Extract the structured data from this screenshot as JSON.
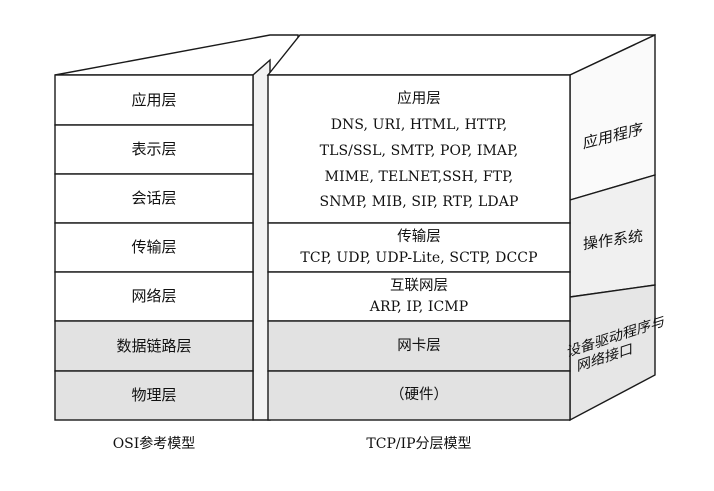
{
  "osi_model": {
    "caption": "OSI参考模型",
    "layers": [
      "应用层",
      "表示层",
      "会话层",
      "传输层",
      "网络层",
      "数据链路层",
      "物理层"
    ]
  },
  "tcpip_model": {
    "caption": "TCP/IP分层模型",
    "application": {
      "title": "应用层",
      "protocols": [
        "DNS, URI, HTML, HTTP,",
        "TLS/SSL, SMTP, POP, IMAP,",
        "MIME, TELNET,SSH, FTP,",
        "SNMP, MIB, SIP, RTP, LDAP"
      ]
    },
    "transport": {
      "title": "传输层",
      "protocols": "TCP, UDP, UDP-Lite, SCTP, DCCP"
    },
    "internet": {
      "title": "互联网层",
      "protocols": "ARP, IP, ICMP"
    },
    "link": {
      "title": "网卡层"
    },
    "physical": {
      "title": "（硬件）"
    }
  },
  "side_labels": {
    "application": "应用程序",
    "os": "操作系统",
    "driver_line1": "设备驱动程序与",
    "driver_line2": "网络接口"
  },
  "colors": {
    "white_face": "#ffffff",
    "gray_face": "#e2e2e2",
    "top_face": "#ffffff",
    "side_upper": "#fafafa",
    "side_mid": "#f0f0f0",
    "side_lower": "#e6e6e6",
    "stroke": "#1a1a1a"
  }
}
